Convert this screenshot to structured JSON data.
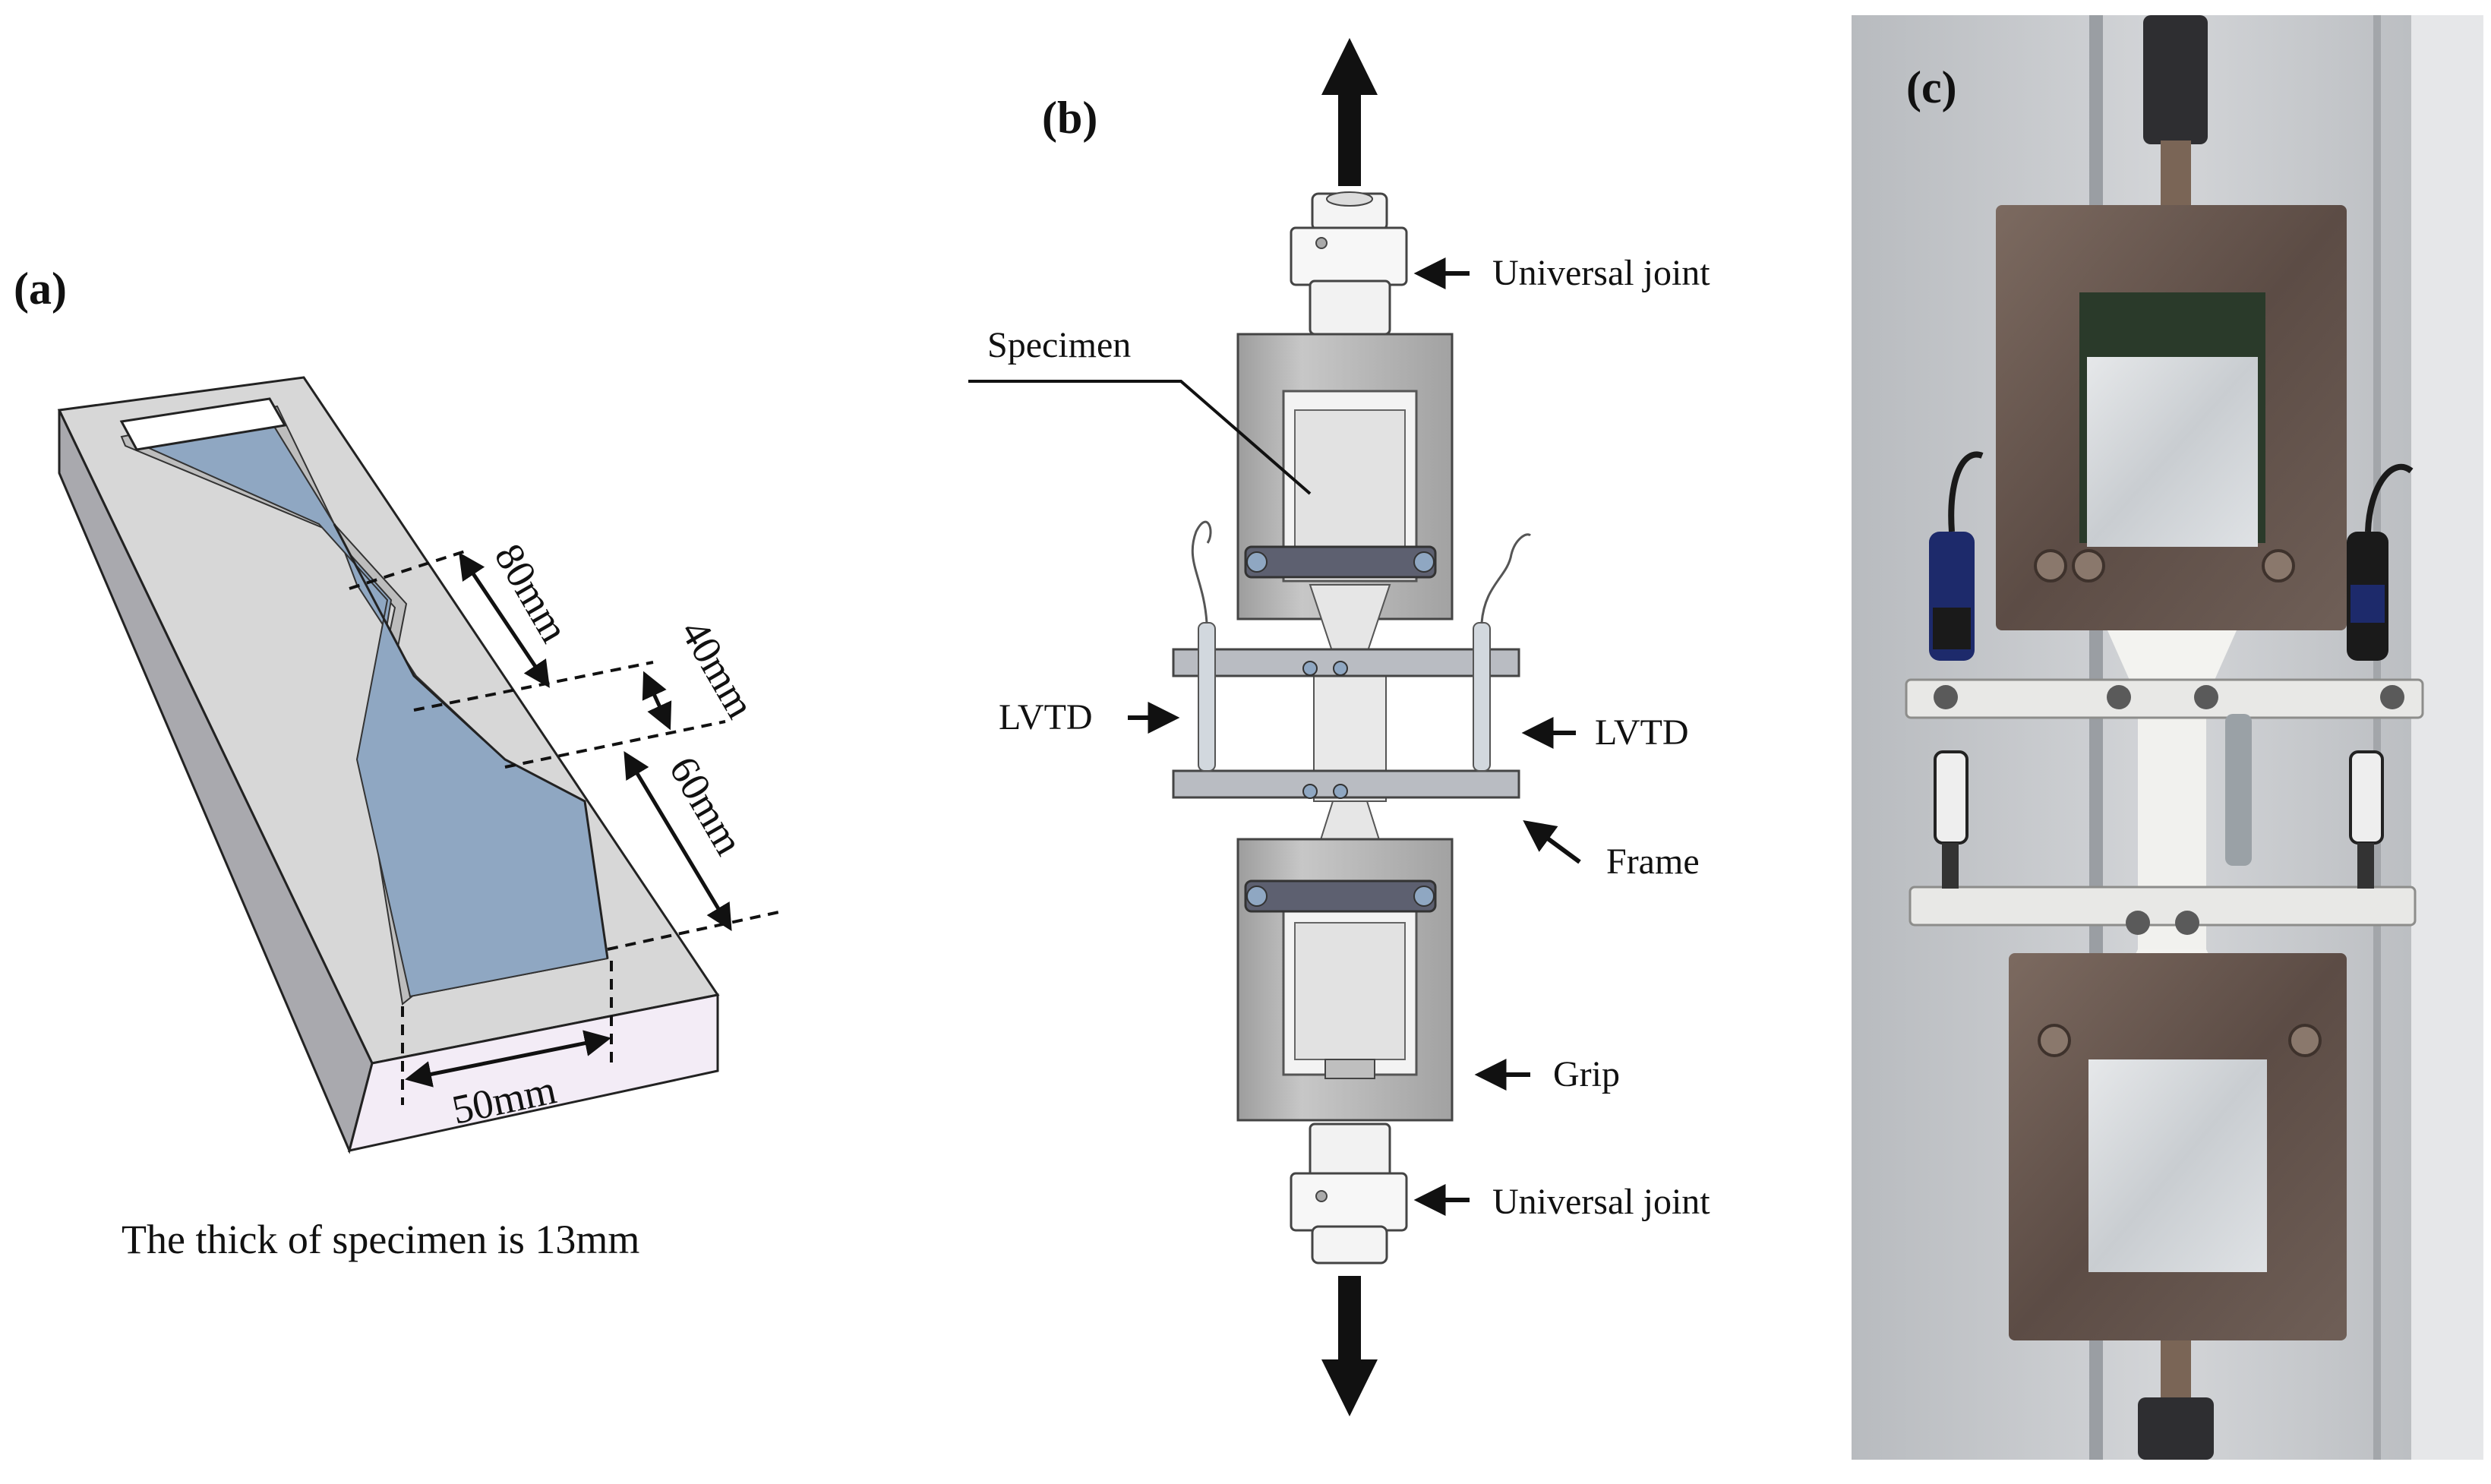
{
  "panels": {
    "a": {
      "label": "(a)",
      "dimensions": {
        "d80": "80mm",
        "d40": "40mm",
        "d60": "60mm",
        "d50": "50mm"
      },
      "caption": "The thick of specimen is 13mm"
    },
    "b": {
      "label": "(b)",
      "callouts": {
        "universal_joint_top": "Universal joint",
        "specimen": "Specimen",
        "lvtd_left": "LVTD",
        "lvtd_right": "LVTD",
        "frame": "Frame",
        "grip": "Grip",
        "universal_joint_bottom": "Universal joint"
      }
    },
    "c": {
      "label": "(c)"
    }
  },
  "colors": {
    "mold_top": "#d7d7d7",
    "mold_side": "#a9a9ae",
    "mold_front": "#f3ecf6",
    "specimen_fill": "#8fa7c2",
    "grip_gray": "#b3b3b3",
    "bar_dark": "#5d6070",
    "photo_steel": "#6e5d55",
    "photo_bg": "#c9ccd0"
  }
}
